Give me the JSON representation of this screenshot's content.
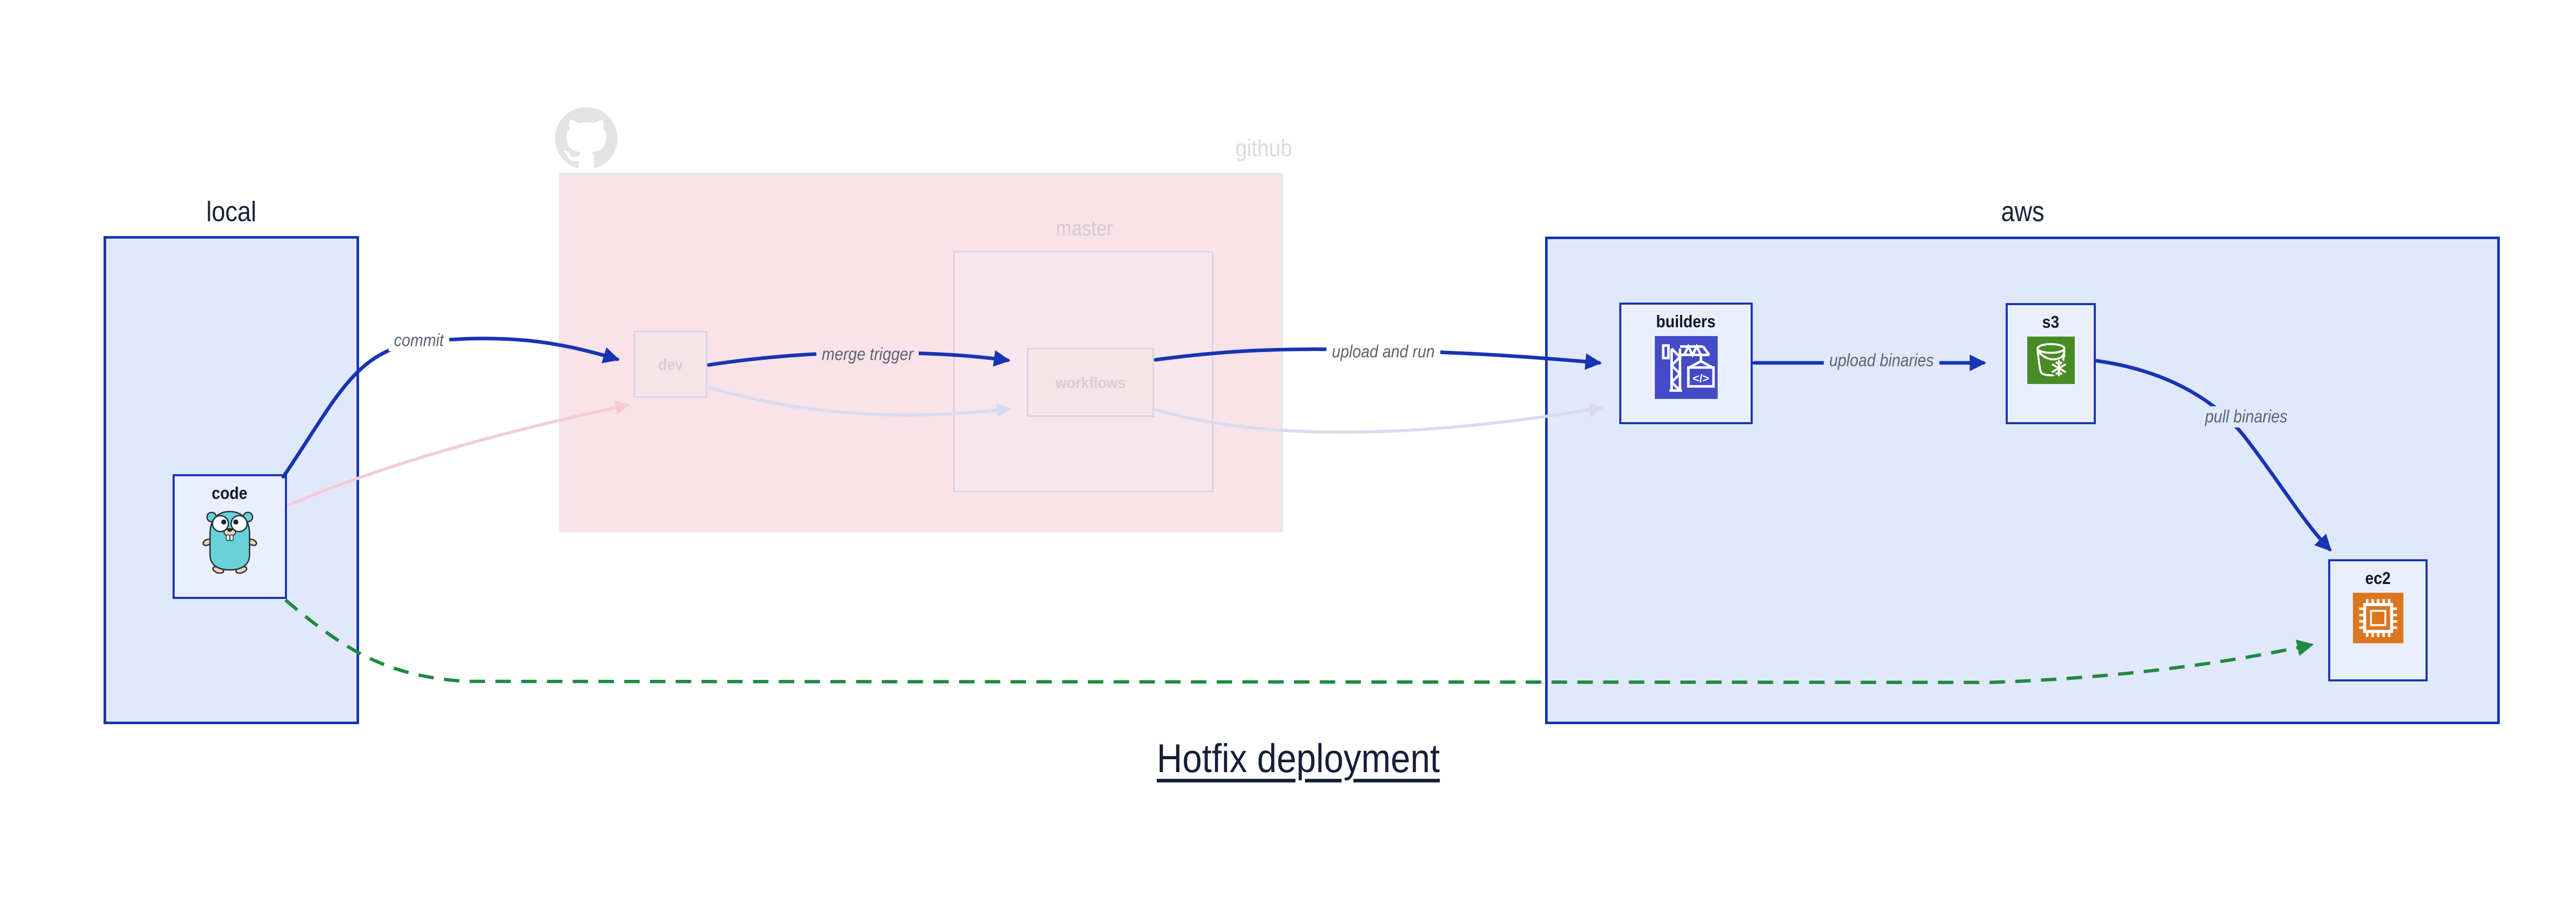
{
  "title": "Hotfix deployment",
  "regions": {
    "local": {
      "label": "local"
    },
    "github": {
      "label": "github"
    },
    "master": {
      "label": "master"
    },
    "aws": {
      "label": "aws"
    }
  },
  "nodes": {
    "code": {
      "label": "code",
      "icon": "gopher-icon"
    },
    "dev": {
      "label": "dev"
    },
    "workflows": {
      "label": "workflows"
    },
    "builders": {
      "label": "builders",
      "icon": "codebuild-crane-icon"
    },
    "s3": {
      "label": "s3",
      "icon": "s3-glacier-bucket-icon"
    },
    "ec2": {
      "label": "ec2",
      "icon": "ec2-chip-icon"
    }
  },
  "edges": {
    "commit": {
      "label": "commit",
      "from": "code",
      "to": "dev",
      "style": "solid-blue"
    },
    "merge_trigger": {
      "label": "merge trigger",
      "from": "dev",
      "to": "workflows",
      "style": "solid-blue"
    },
    "upload_and_run": {
      "label": "upload and run",
      "from": "workflows",
      "to": "builders",
      "style": "solid-blue"
    },
    "upload_binaries": {
      "label": "upload binaries",
      "from": "builders",
      "to": "s3",
      "style": "solid-blue"
    },
    "pull_binaries": {
      "label": "pull binaries",
      "from": "s3",
      "to": "ec2",
      "style": "solid-blue"
    },
    "hotfix_path": {
      "label": "",
      "from": "code",
      "to": "ec2",
      "style": "dashed-green"
    },
    "faded_commit": {
      "label": "",
      "from": "code",
      "to": "dev",
      "style": "faded-pink"
    },
    "faded_merge": {
      "label": "",
      "from": "dev",
      "to": "workflows",
      "style": "faded-lavender"
    },
    "faded_upload": {
      "label": "",
      "from": "workflows",
      "to": "builders",
      "style": "faded-lavender"
    }
  },
  "colors": {
    "edge_blue": "#1634b4",
    "hotfix_green": "#1e8b40",
    "region_fill_blue": "#e2e8fb",
    "region_fill_pink": "#f9e2e8",
    "node_fill": "#ebeffc",
    "faded_edge_pink": "#f3cbd6",
    "faded_edge_lavender": "#d9daf0",
    "builders_icon_bg": "#444bc8",
    "s3_icon_bg": "#478c24",
    "ec2_icon_bg": "#dd7620",
    "gopher_teal": "#68d2d8",
    "title_color": "#161f38",
    "edge_label_color": "#5c6472"
  }
}
